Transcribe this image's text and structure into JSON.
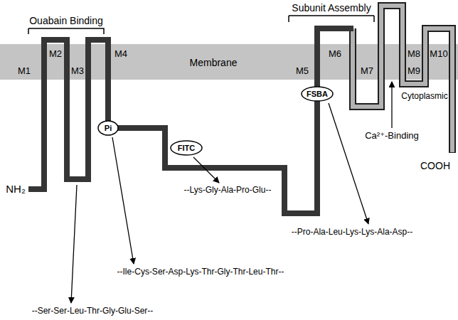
{
  "diagram": {
    "nodes": [
      {
        "text": [
          "Pi"
        ]
      },
      {
        "text": [
          "FITC"
        ]
      },
      {
        "text": [
          "FSBA"
        ]
      }
    ],
    "labels": [
      "Subunit Assembly",
      "Ouabain Binding",
      "Membrane",
      "M1",
      "M2",
      "M3",
      "M4",
      "M5",
      "M6",
      "M7",
      "M8",
      "M9",
      "M10",
      "Cytoplasmic",
      "NH₂",
      "COOH",
      "Ca²⁺-Binding",
      "--Pro-Ala-Leu-Lys-Lys-Ala-Asp--",
      "--Lys-Gly-Ala-Pro-Glu--",
      "--Ile-Cys-Ser-Asp-Lys-Thr-Gly-Thr-Leu-Thr--",
      "--Ser-Ser-Leu-Thr-Gly-Glu-Ser--"
    ]
  }
}
